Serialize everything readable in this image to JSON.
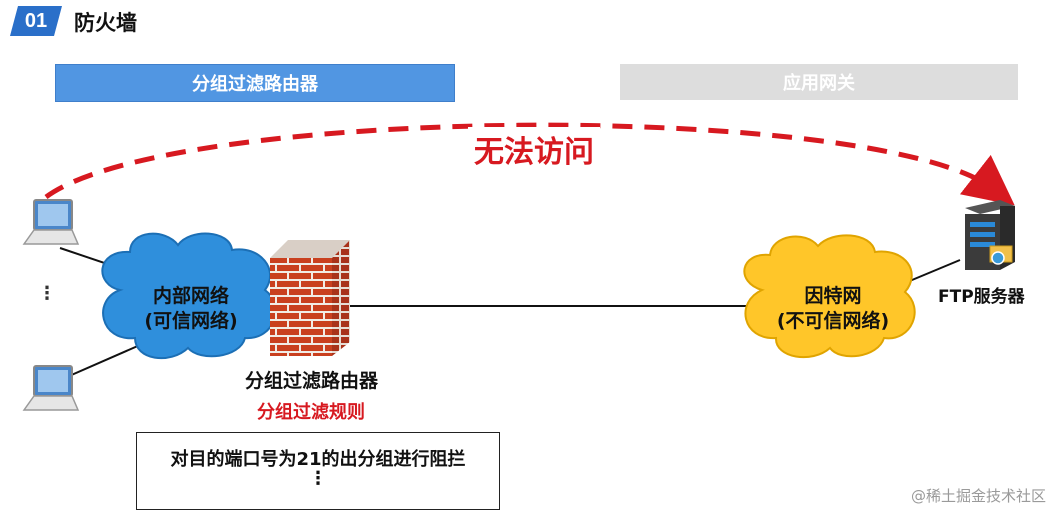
{
  "header": {
    "badge": "01",
    "title": "防火墙"
  },
  "bars": {
    "left": "分组过滤路由器",
    "right": "应用网关"
  },
  "arc_label": "无法访问",
  "internal_cloud": {
    "line1": "内部网络",
    "line2": "(可信网络)"
  },
  "internet_cloud": {
    "line1": "因特网",
    "line2": "(不可信网络)"
  },
  "firewall": {
    "label": "分组过滤路由器",
    "rule_title": "分组过滤规则"
  },
  "server": {
    "label": "FTP服务器"
  },
  "rule_box": {
    "rule": "对目的端口号为21的出分组进行阻拦",
    "more": "⋮"
  },
  "left_more": "⋮",
  "watermark": "@稀土掘金技术社区",
  "colors": {
    "accent_blue": "#2a6fc9",
    "bar_blue": "#5196e2",
    "bar_gray": "#dddddd",
    "red": "#d71920",
    "cloud_blue": "#2f8fdc",
    "cloud_yellow": "#ffc629",
    "brick": "#c9401f"
  }
}
